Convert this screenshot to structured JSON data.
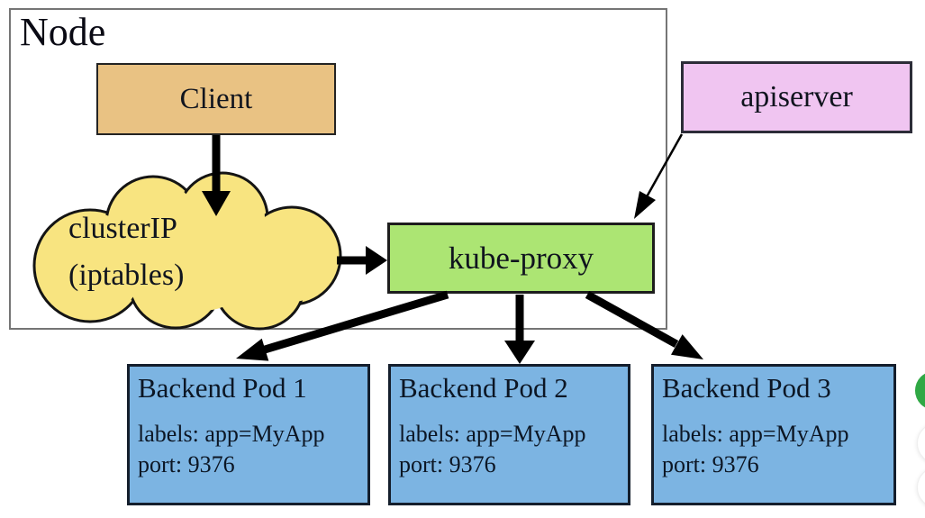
{
  "diagram": {
    "node": {
      "label": "Node"
    },
    "client": {
      "label": "Client"
    },
    "cluster_ip": {
      "line1": "clusterIP",
      "line2": "(iptables)"
    },
    "kube_proxy": {
      "label": "kube-proxy"
    },
    "apiserver": {
      "label": "apiserver"
    },
    "pods": [
      {
        "title": "Backend Pod 1",
        "labels_line": "labels: app=MyApp",
        "port_line": "port: 9376"
      },
      {
        "title": "Backend Pod 2",
        "labels_line": "labels: app=MyApp",
        "port_line": "port: 9376"
      },
      {
        "title": "Backend Pod 3",
        "labels_line": "labels: app=MyApp",
        "port_line": "port: 9376"
      }
    ],
    "edges": [
      {
        "from": "Client",
        "to": "clusterIP (iptables)",
        "style": "thick-black-arrow"
      },
      {
        "from": "clusterIP (iptables)",
        "to": "kube-proxy",
        "style": "thick-black-arrow"
      },
      {
        "from": "apiserver",
        "to": "kube-proxy",
        "style": "thin-black-arrow"
      },
      {
        "from": "kube-proxy",
        "to": "Backend Pod 1",
        "style": "thick-black-arrow"
      },
      {
        "from": "kube-proxy",
        "to": "Backend Pod 2",
        "style": "thick-black-arrow"
      },
      {
        "from": "kube-proxy",
        "to": "Backend Pod 3",
        "style": "thick-black-arrow"
      }
    ],
    "colors": {
      "client_fill": "#e9c283",
      "cloud_fill": "#f8e480",
      "kube_proxy_fill": "#ace573",
      "apiserver_fill": "#f0c5f1",
      "pod_fill": "#7cb4e2",
      "node_border": "#757575",
      "shape_border": "#1d1d1d",
      "arrow": "#000000",
      "overlay_green_button": "#2fa844"
    }
  }
}
